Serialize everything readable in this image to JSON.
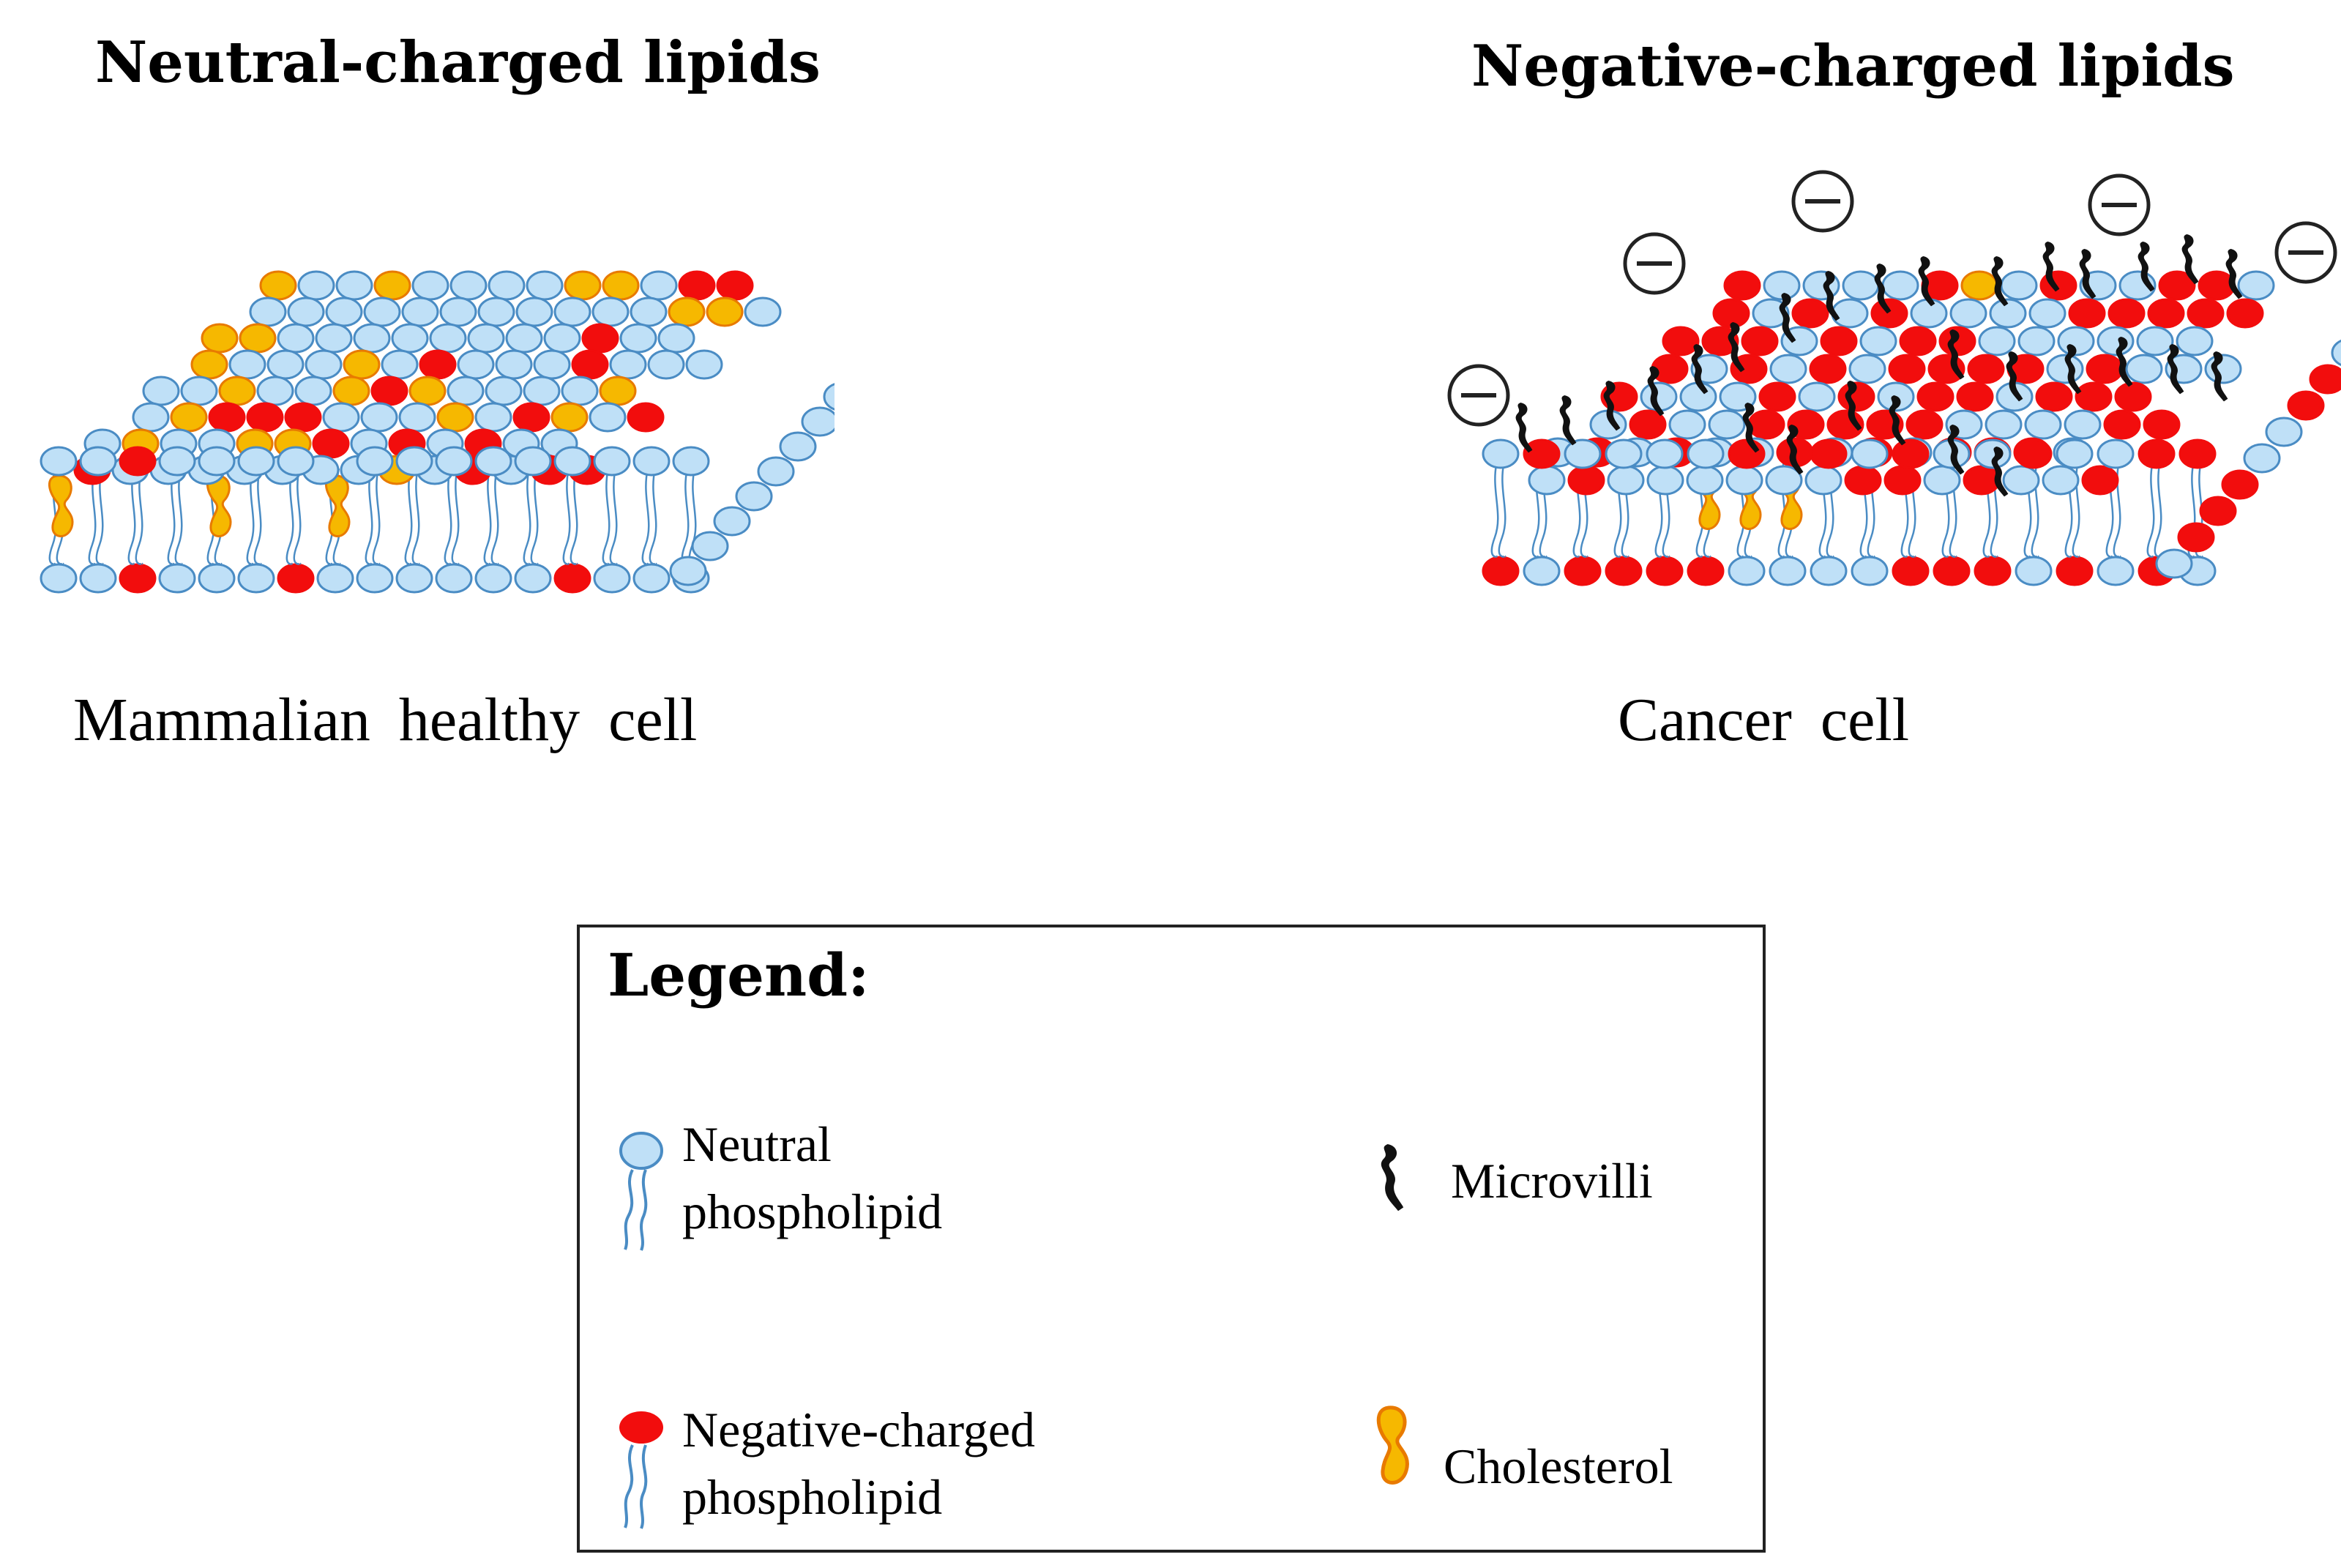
{
  "panels": {
    "left": {
      "title": "Neutral-charged lipids",
      "caption": "Mammalian healthy cell"
    },
    "right": {
      "title": "Negative-charged lipids",
      "caption": "Cancer cell"
    }
  },
  "legend": {
    "title": "Legend:",
    "items": {
      "neutral": {
        "line1": "Neutral",
        "line2": "phospholipid"
      },
      "negative": {
        "line1": "Negative-charged",
        "line2": "phospholipid"
      },
      "microvilli": {
        "label": "Microvilli"
      },
      "cholesterol": {
        "label": "Cholesterol"
      }
    }
  },
  "colors": {
    "neutral_head": "#bfe0f7",
    "neutral_stroke": "#4a8cc4",
    "negative_head": "#f20d0d",
    "cholesterol": "#f6b800",
    "cholesterol_stroke": "#e87a00",
    "microvilli": "#111111"
  },
  "icons": {
    "charge": "minus-circle-icon",
    "microvilli": "microvilli-icon",
    "cholesterol": "cholesterol-icon",
    "phospholipid": "phospholipid-icon"
  }
}
